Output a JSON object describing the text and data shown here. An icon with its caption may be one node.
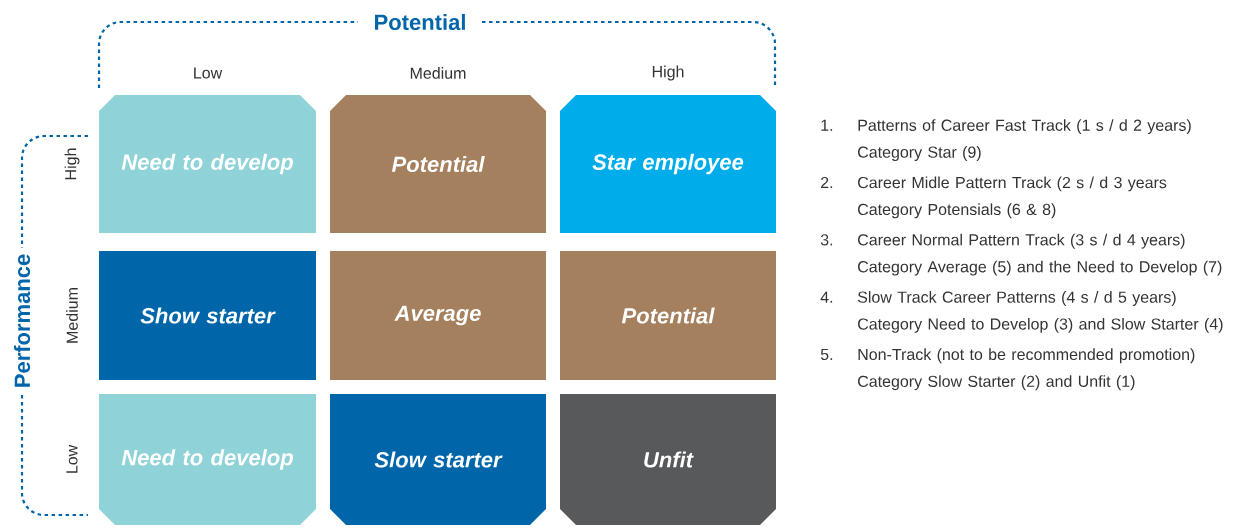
{
  "diagram": {
    "nodes": [
      {
        "text": [
          "Need to develop"
        ]
      },
      {
        "text": [
          "Potential"
        ]
      },
      {
        "text": [
          "Star employee"
        ]
      },
      {
        "text": [
          "Show starter"
        ]
      },
      {
        "text": [
          "Average"
        ]
      },
      {
        "text": [
          "Potential"
        ]
      },
      {
        "text": [
          "Need to develop"
        ]
      },
      {
        "text": [
          "Slow starter"
        ]
      },
      {
        "text": [
          "Unfit"
        ]
      }
    ],
    "labels": [
      "Potential",
      "Low",
      "Medium",
      "High",
      "Performance",
      "High",
      "Medium",
      "Low",
      "1.",
      "Patterns of Career Fast Track (1 s / d 2 years)",
      "Category Star (9)",
      "2.",
      "Career Midle Pattern Track (2 s / d 3 years",
      "Category Potensials (6 & 8)",
      "3.",
      "Career Normal Pattern Track (3 s / d 4 years)",
      "Category Average (5) and the Need to Develop (7)",
      "4.",
      "Slow Track Career Patterns (4 s / d 5 years)",
      "Category Need to Develop (3) and Slow Starter (4)",
      "5.",
      "Non-Track (not to be recommended promotion)",
      "Category Slow Starter (2) and Unfit (1)"
    ]
  }
}
